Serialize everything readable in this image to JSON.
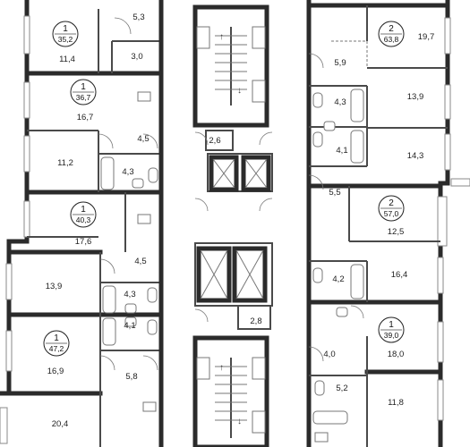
{
  "rooms": [
    {
      "id": "r1",
      "value": "5,3"
    },
    {
      "id": "r2",
      "value": "11,4"
    },
    {
      "id": "r3",
      "value": "3,0"
    },
    {
      "id": "r4",
      "value": "16,7"
    },
    {
      "id": "r5",
      "value": "4,5"
    },
    {
      "id": "r6",
      "value": "11,2"
    },
    {
      "id": "r7",
      "value": "4,3"
    },
    {
      "id": "r8",
      "value": "17,6"
    },
    {
      "id": "r9",
      "value": "4,5"
    },
    {
      "id": "r10",
      "value": "13,9"
    },
    {
      "id": "r11",
      "value": "4,3"
    },
    {
      "id": "r12",
      "value": "4,1"
    },
    {
      "id": "r13",
      "value": "16,9"
    },
    {
      "id": "r14",
      "value": "5,8"
    },
    {
      "id": "r15",
      "value": "20,4"
    },
    {
      "id": "r16",
      "value": "2,6"
    },
    {
      "id": "r17",
      "value": "2,8"
    },
    {
      "id": "r18",
      "value": "19,7"
    },
    {
      "id": "r19",
      "value": "5,9"
    },
    {
      "id": "r20",
      "value": "4,3"
    },
    {
      "id": "r21",
      "value": "13,9"
    },
    {
      "id": "r22",
      "value": "4,1"
    },
    {
      "id": "r23",
      "value": "14,3"
    },
    {
      "id": "r24",
      "value": "5,5"
    },
    {
      "id": "r25",
      "value": "12,5"
    },
    {
      "id": "r26",
      "value": "4,2"
    },
    {
      "id": "r27",
      "value": "16,4"
    },
    {
      "id": "r28",
      "value": "4,0"
    },
    {
      "id": "r29",
      "value": "18,0"
    },
    {
      "id": "r30",
      "value": "5,2"
    },
    {
      "id": "r31",
      "value": "11,8"
    }
  ],
  "apartments": [
    {
      "id": "a1",
      "rooms": "1",
      "total": "35,2"
    },
    {
      "id": "a2",
      "rooms": "1",
      "total": "36,7"
    },
    {
      "id": "a3",
      "rooms": "1",
      "total": "40,3"
    },
    {
      "id": "a4",
      "rooms": "1",
      "total": "47,2"
    },
    {
      "id": "a5",
      "rooms": "2",
      "total": "63,8"
    },
    {
      "id": "a6",
      "rooms": "2",
      "total": "57,0"
    },
    {
      "id": "a7",
      "rooms": "1",
      "total": "39,0"
    }
  ]
}
